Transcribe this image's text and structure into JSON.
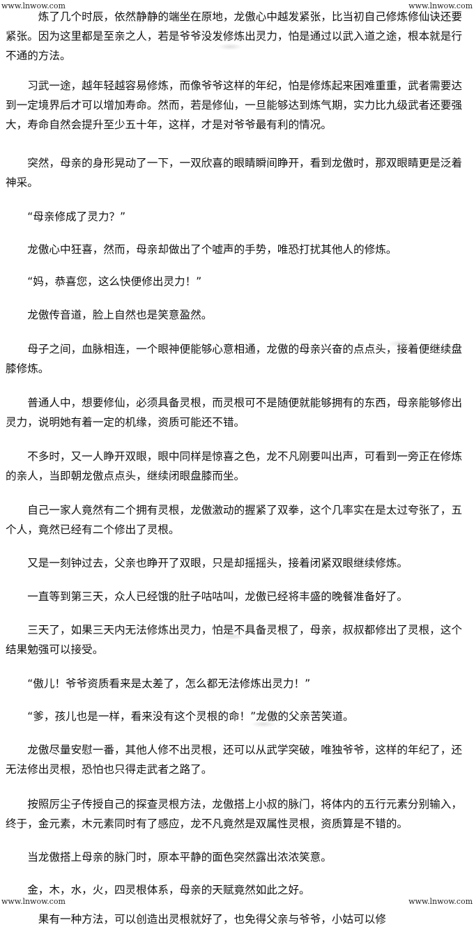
{
  "watermark": "www.lnwow.com",
  "paragraphs": [
    "　　　炼了几个时辰，依然静静的端坐在原地，龙傲心中越发紧张，比当初自己修炼修仙诀还要紧张。因为这里都是至亲之人，若是爷爷没发修炼出灵力，怕是通过以武入道之途，根本就是行不通的方法。",
    "　　习武一途，越年轻越容易修炼，而像爷爷这样的年纪，怕是修炼起来困难重重，武者需要达到一定境界后才可以增加寿命。然而，若是修仙，一旦能够达到炼气期，实力比九级武者还要强大，寿命自然会提升至少五十年，这样，才是对爷爷最有利的情况。",
    "　　突然，母亲的身形晃动了一下，一双欣喜的眼睛瞬间睁开，看到龙傲时，那双眼睛更是泛着神采。",
    "　　“母亲修成了灵力？”",
    "　　龙傲心中狂喜，然而，母亲却做出了个嘘声的手势，唯恐打扰其他人的修炼。",
    "　　“妈，恭喜您，这么快便修出灵力！”",
    "　　龙傲传音道，脸上自然也是笑意盈然。",
    "　　母子之间，血脉相连，一个眼神便能够心意相通，龙傲的母亲兴奋的点点头，接着便继续盘膝修炼。",
    "　　普通人中，想要修仙，必须具备灵根，而灵根可不是随便就能够拥有的东西，母亲能够修出灵力，说明她有着一定的机缘，资质可能还不错。",
    "　　不多时，又一人睁开双眼，眼中同样是惊喜之色，龙不凡刚要叫出声，可看到一旁正在修炼的亲人，当即朝龙傲点点头，继续闭眼盘膝而坐。",
    "　　自己一家人竟然有二个拥有灵根，龙傲激动的握紧了双拳，这个几率实在是太过夸张了，五个人，竟然已经有二个修出了灵根。",
    "　　又是一刻钟过去，父亲也睁开了双眼，只是却摇摇头，接着闭紧双眼继续修炼。",
    "　　一直等到第三天，众人已经饿的肚子咕咕叫，龙傲已经将丰盛的晚餐准备好了。",
    "　　三天了，如果三天内无法修炼出灵力，怕是不具备灵根了，母亲，叔叔都修出了灵根，这个结果勉强可以接受。",
    "　　“傲儿！爷爷资质看来是太差了，怎么都无法修炼出灵力！”",
    "　　“爹，孩儿也是一样，看来没有这个灵根的命！”龙傲的父亲苦笑道。",
    "　　龙傲尽量安慰一番，其他人修不出灵根，还可以从武学突破，唯独爷爷，这样的年纪了，还无法修出灵根，恐怕也只得走武者之路了。",
    "　　按照厉尘子传授自己的探查灵根方法，龙傲搭上小叔的脉门，将体内的五行元素分别输入，终于，金元素，木元素同时有了感应，龙不凡竟然是双属性灵根，资质算是不错的。",
    "　　当龙傲搭上母亲的脉门时，原本平静的面色突然露出浓浓笑意。",
    "　　金，木，水，火，四灵根体系，母亲的天赋竟然如此之好。",
    "　　　果有一种方法，可以创造出灵根就好了，也免得父亲与爷爷，小姑可以修"
  ]
}
